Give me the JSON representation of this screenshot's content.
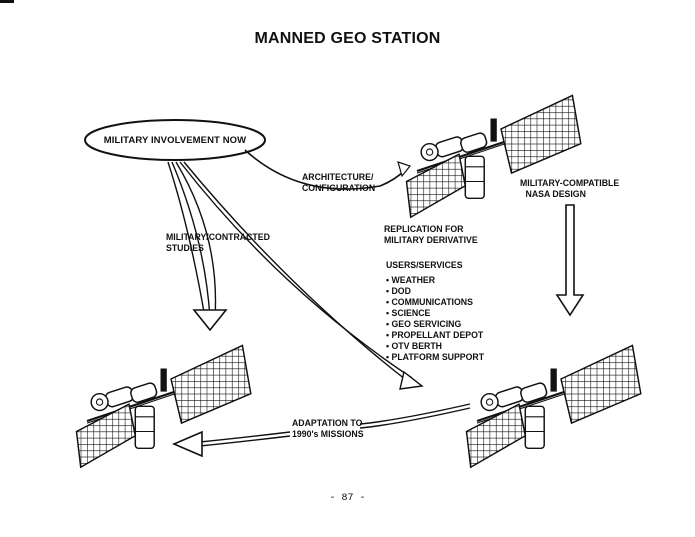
{
  "title": "MANNED GEO STATION",
  "oval_label": "MILITARY INVOLVEMENT NOW",
  "labels": {
    "architecture": [
      "ARCHITECTURE/",
      "CONFIGURATION"
    ],
    "military_compatible": [
      "MILITARY-COMPATIBLE",
      "NASA DESIGN"
    ],
    "contracted_studies": [
      "MILITARY/CONTRACTED",
      "STUDIES"
    ],
    "replication": [
      "REPLICATION FOR",
      "MILITARY DERIVATIVE"
    ],
    "users_heading": "USERS/SERVICES",
    "adaptation": [
      "ADAPTATION TO",
      "1990's MISSIONS"
    ]
  },
  "users_services": [
    "WEATHER",
    "DOD",
    "COMMUNICATIONS",
    "SCIENCE",
    "GEO SERVICING",
    "PROPELLANT DEPOT",
    "OTV BERTH",
    "PLATFORM SUPPORT"
  ],
  "page_number": "- 87 -"
}
